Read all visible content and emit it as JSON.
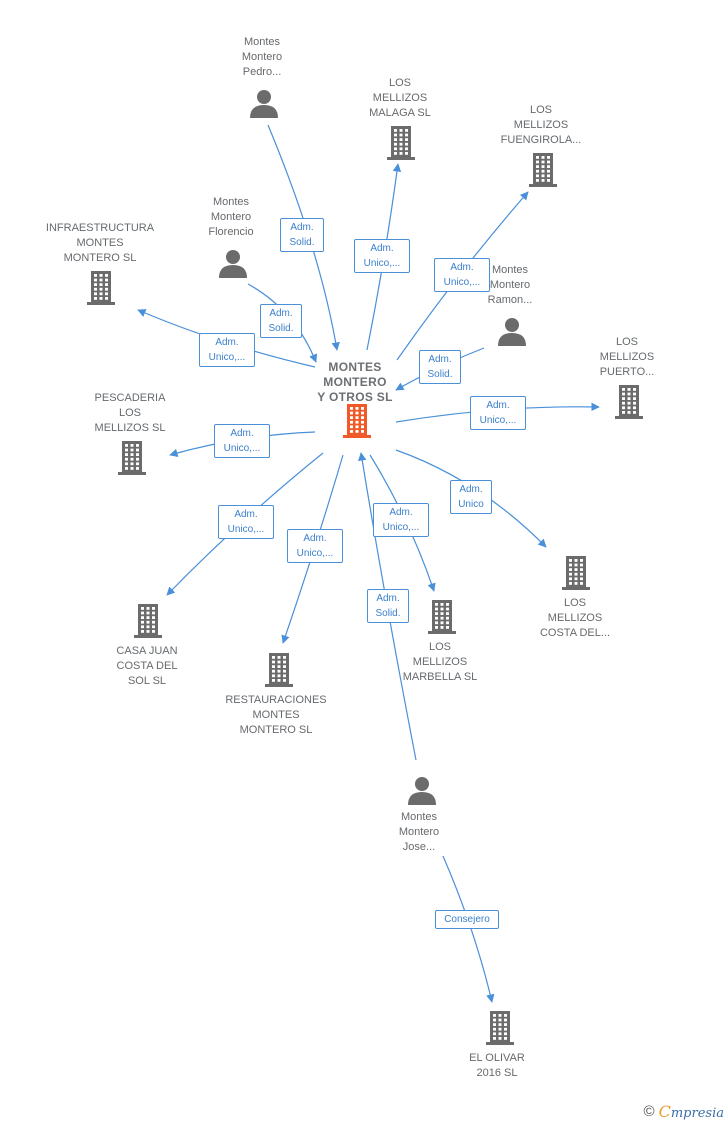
{
  "colors": {
    "edge": "#4a90d9",
    "icon": "#6b6b6b",
    "center_icon": "#f05a28"
  },
  "center": {
    "lines": [
      "MONTES",
      "MONTERO",
      "Y OTROS  SL"
    ]
  },
  "nodes": [
    {
      "id": "pedro",
      "type": "person",
      "lines": [
        "Montes",
        "Montero",
        "Pedro..."
      ]
    },
    {
      "id": "malaga",
      "type": "company",
      "lines": [
        "LOS",
        "MELLIZOS",
        "MALAGA SL"
      ]
    },
    {
      "id": "fuengirola",
      "type": "company",
      "lines": [
        "LOS",
        "MELLIZOS",
        "FUENGIROLA..."
      ]
    },
    {
      "id": "florencio",
      "type": "person",
      "lines": [
        "Montes",
        "Montero",
        "Florencio"
      ]
    },
    {
      "id": "infraestructura",
      "type": "company",
      "lines": [
        "INFRAESTRUCTURA",
        "MONTES",
        "MONTERO  SL"
      ]
    },
    {
      "id": "ramon",
      "type": "person",
      "lines": [
        "Montes",
        "Montero",
        "Ramon..."
      ]
    },
    {
      "id": "puerto",
      "type": "company",
      "lines": [
        "LOS",
        "MELLIZOS",
        "PUERTO..."
      ]
    },
    {
      "id": "pescaderia",
      "type": "company",
      "lines": [
        "PESCADERIA",
        "LOS",
        "MELLIZOS  SL"
      ]
    },
    {
      "id": "costadel",
      "type": "company",
      "lines": [
        "LOS",
        "MELLIZOS",
        "COSTA DEL..."
      ]
    },
    {
      "id": "marbella",
      "type": "company",
      "lines": [
        "LOS",
        "MELLIZOS",
        "MARBELLA  SL"
      ]
    },
    {
      "id": "casajuan",
      "type": "company",
      "lines": [
        "CASA JUAN",
        "COSTA DEL",
        "SOL  SL"
      ]
    },
    {
      "id": "restauraciones",
      "type": "company",
      "lines": [
        "RESTAURACIONES",
        "MONTES",
        "MONTERO  SL"
      ]
    },
    {
      "id": "jose",
      "type": "person",
      "lines": [
        "Montes",
        "Montero",
        "Jose..."
      ]
    },
    {
      "id": "olivar",
      "type": "company",
      "lines": [
        "EL OLIVAR",
        "2016  SL"
      ]
    }
  ],
  "edges": [
    {
      "id": "e-pedro",
      "lines": [
        "Adm.",
        "Solid."
      ]
    },
    {
      "id": "e-malaga",
      "lines": [
        "Adm.",
        "Unico,..."
      ]
    },
    {
      "id": "e-fuengirola",
      "lines": [
        "Adm.",
        "Unico,..."
      ]
    },
    {
      "id": "e-florencio",
      "lines": [
        "Adm.",
        "Solid."
      ]
    },
    {
      "id": "e-infra",
      "lines": [
        "Adm.",
        "Unico,..."
      ]
    },
    {
      "id": "e-ramon",
      "lines": [
        "Adm.",
        "Solid."
      ]
    },
    {
      "id": "e-puerto",
      "lines": [
        "Adm.",
        "Unico,..."
      ]
    },
    {
      "id": "e-pescaderia",
      "lines": [
        "Adm.",
        "Unico,..."
      ]
    },
    {
      "id": "e-costadel",
      "lines": [
        "Adm.",
        "Unico"
      ]
    },
    {
      "id": "e-casajuan",
      "lines": [
        "Adm.",
        "Unico,..."
      ]
    },
    {
      "id": "e-restauraciones",
      "lines": [
        "Adm.",
        "Unico,..."
      ]
    },
    {
      "id": "e-marbella",
      "lines": [
        "Adm.",
        "Unico,..."
      ]
    },
    {
      "id": "e-jose",
      "lines": [
        "Adm.",
        "Solid."
      ]
    },
    {
      "id": "e-olivar",
      "lines": [
        "Consejero"
      ]
    }
  ],
  "footer": {
    "copyright": "©",
    "brand_initial": "C",
    "brand_rest": "mpresia"
  }
}
